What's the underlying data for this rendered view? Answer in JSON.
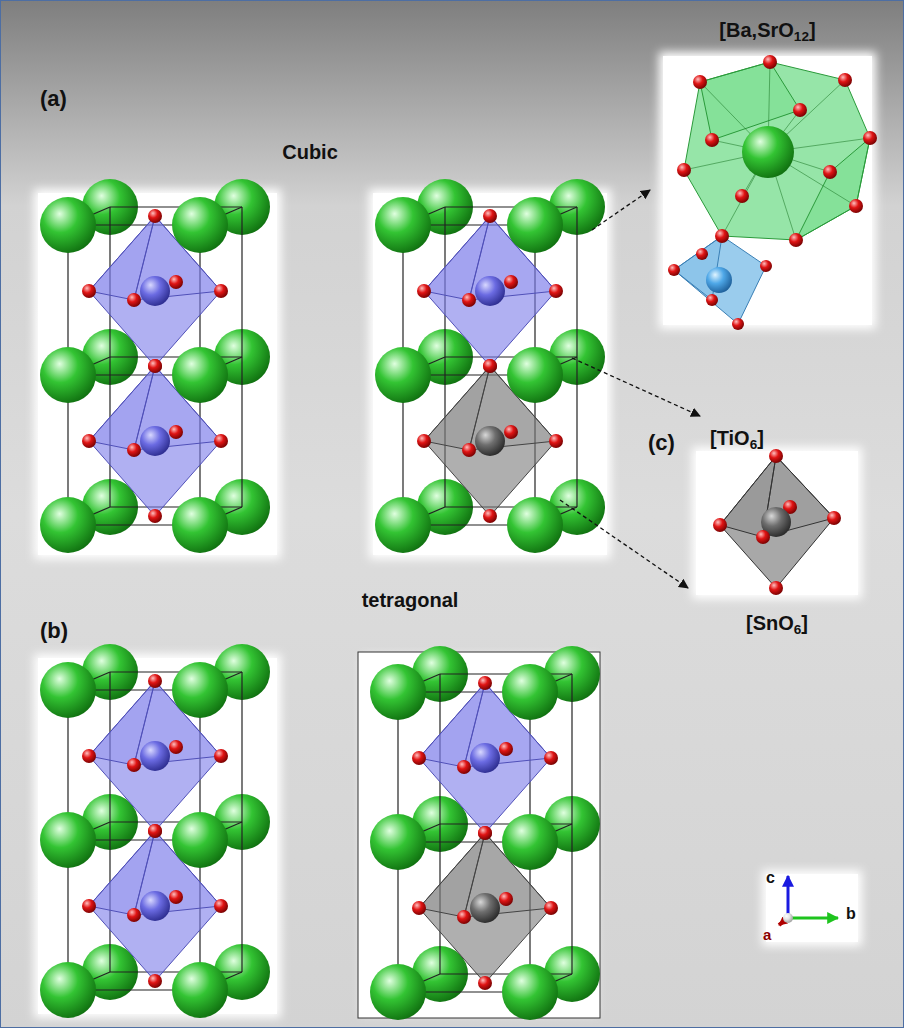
{
  "diagram": {
    "nodes": [
      {
        "text": [
          "[Ba,SrO12]"
        ]
      },
      {
        "text": [
          "[SnO6]"
        ]
      }
    ],
    "labels": [
      "(a)",
      "Cubic",
      "[TiO6]",
      "(c)",
      "(b)",
      "tetragonal",
      "c",
      "b",
      "a"
    ]
  }
}
